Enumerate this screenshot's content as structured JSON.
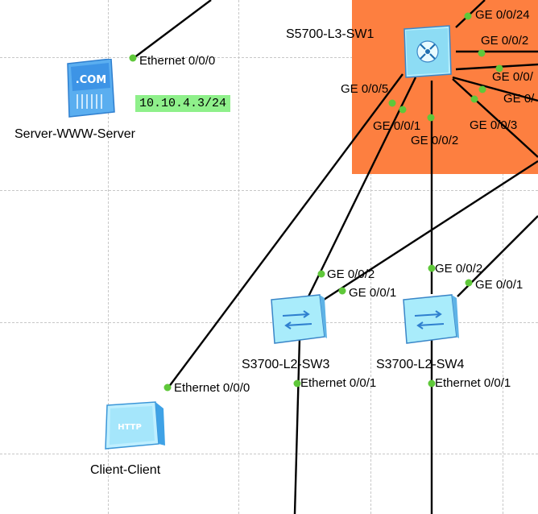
{
  "devices": {
    "core": {
      "name": "S5700-L3-SW1"
    },
    "sw3": {
      "name": "S3700-L2-SW3"
    },
    "sw4": {
      "name": "S3700-L2-SW4"
    },
    "server": {
      "name": "Server-WWW-Server",
      "icon_text": ".COM",
      "ip": "10.10.4.3/24"
    },
    "client": {
      "name": "Client-Client",
      "icon_text": "HTTP"
    }
  },
  "ports": {
    "core_ge24": "GE 0/0/24",
    "core_ge2x": "GE 0/0/2",
    "core_ge0x": "GE 0/0/",
    "core_ge_partial": "GE 0/",
    "core_ge5": "GE 0/0/5",
    "core_ge1": "GE 0/0/1",
    "core_ge2": "GE 0/0/2",
    "core_ge3": "GE 0/0/3",
    "server_eth": "Ethernet 0/0/0",
    "sw3_ge2": "GE 0/0/2",
    "sw3_ge1": "GE 0/0/1",
    "sw4_ge2": "GE 0/0/2",
    "sw4_ge1": "GE 0/0/1",
    "sw3_eth": "Ethernet 0/0/1",
    "sw4_eth": "Ethernet 0/0/1",
    "client_eth": "Ethernet 0/0/0"
  },
  "colors": {
    "area": "#fd7f40",
    "link": "#000000",
    "port_dot": "#5fc83a",
    "ip_bg": "#8ff08b",
    "switch": "#9ae6f7"
  }
}
